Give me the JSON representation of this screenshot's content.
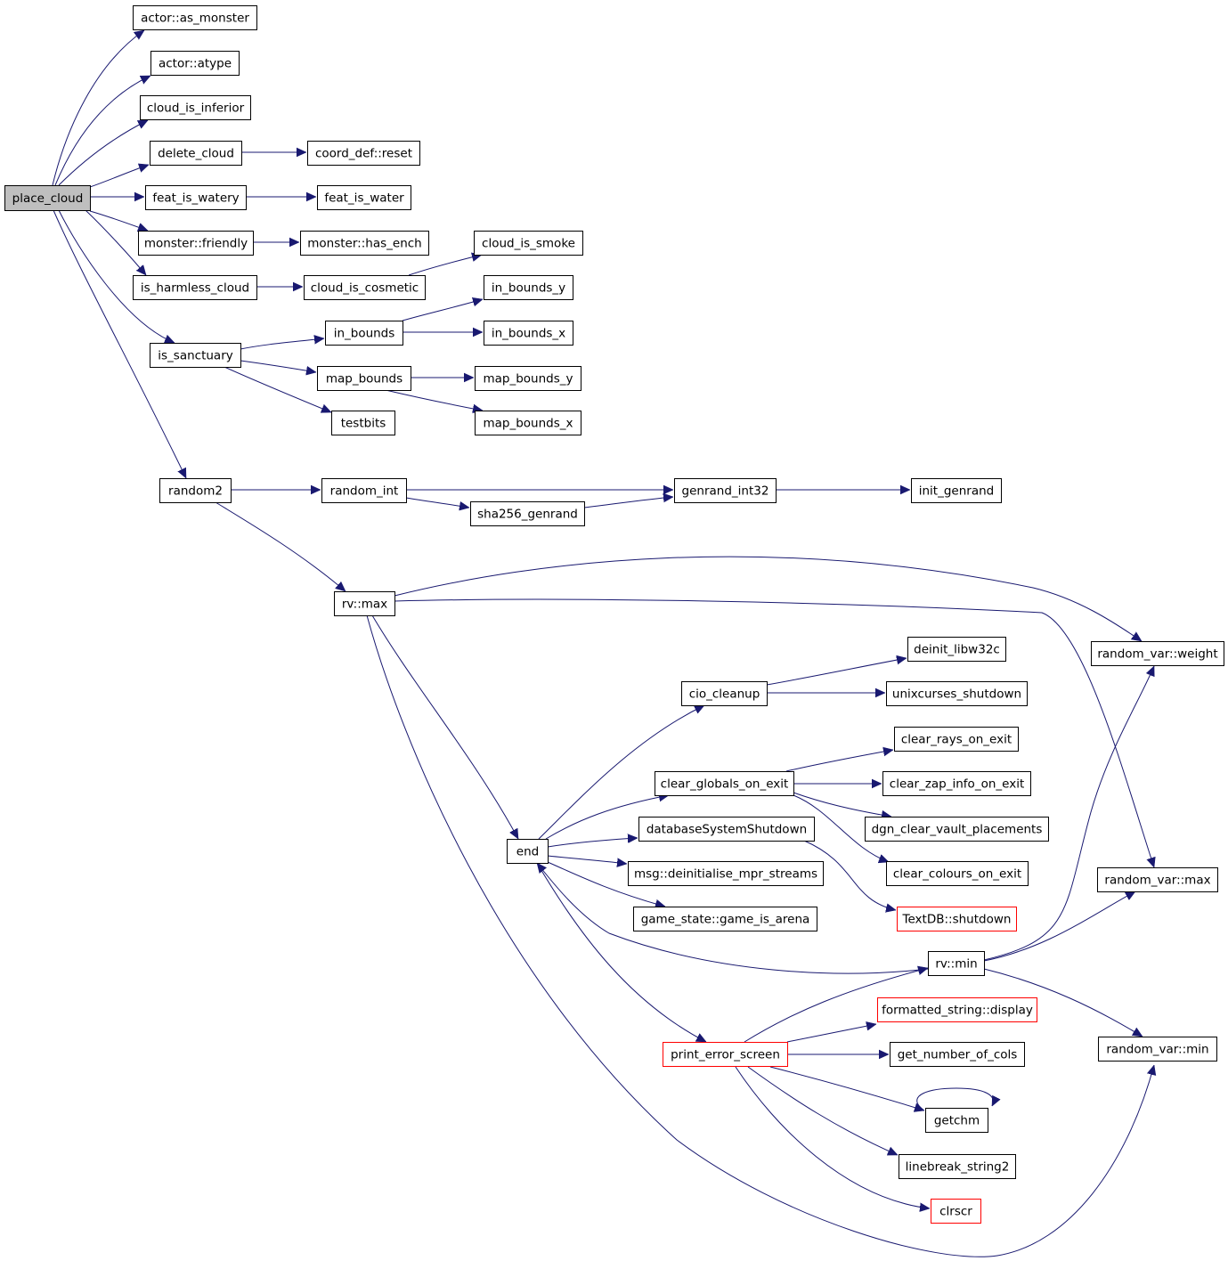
{
  "colors": {
    "edge": "#191970",
    "border_default": "#000000",
    "border_truncated": "#ff0000",
    "root_fill": "#bfbfbf",
    "node_fill": "#ffffff"
  },
  "nodes": [
    {
      "id": "place_cloud",
      "label": "place_cloud",
      "kind": "root"
    },
    {
      "id": "as_monster",
      "label": "actor::as_monster",
      "kind": "normal"
    },
    {
      "id": "atype",
      "label": "actor::atype",
      "kind": "normal"
    },
    {
      "id": "cloud_is_inferior",
      "label": "cloud_is_inferior",
      "kind": "normal"
    },
    {
      "id": "delete_cloud",
      "label": "delete_cloud",
      "kind": "normal"
    },
    {
      "id": "coord_reset",
      "label": "coord_def::reset",
      "kind": "normal"
    },
    {
      "id": "feat_is_watery",
      "label": "feat_is_watery",
      "kind": "normal"
    },
    {
      "id": "feat_is_water",
      "label": "feat_is_water",
      "kind": "normal"
    },
    {
      "id": "monster_friendly",
      "label": "monster::friendly",
      "kind": "normal"
    },
    {
      "id": "monster_has_ench",
      "label": "monster::has_ench",
      "kind": "normal"
    },
    {
      "id": "cloud_is_smoke",
      "label": "cloud_is_smoke",
      "kind": "normal"
    },
    {
      "id": "is_harmless_cloud",
      "label": "is_harmless_cloud",
      "kind": "normal"
    },
    {
      "id": "cloud_is_cosmetic",
      "label": "cloud_is_cosmetic",
      "kind": "normal"
    },
    {
      "id": "in_bounds_y",
      "label": "in_bounds_y",
      "kind": "normal"
    },
    {
      "id": "in_bounds",
      "label": "in_bounds",
      "kind": "normal"
    },
    {
      "id": "in_bounds_x",
      "label": "in_bounds_x",
      "kind": "normal"
    },
    {
      "id": "is_sanctuary",
      "label": "is_sanctuary",
      "kind": "normal"
    },
    {
      "id": "map_bounds",
      "label": "map_bounds",
      "kind": "normal"
    },
    {
      "id": "map_bounds_y",
      "label": "map_bounds_y",
      "kind": "normal"
    },
    {
      "id": "testbits",
      "label": "testbits",
      "kind": "normal"
    },
    {
      "id": "map_bounds_x",
      "label": "map_bounds_x",
      "kind": "normal"
    },
    {
      "id": "random2",
      "label": "random2",
      "kind": "normal"
    },
    {
      "id": "random_int",
      "label": "random_int",
      "kind": "normal"
    },
    {
      "id": "genrand_int32",
      "label": "genrand_int32",
      "kind": "normal"
    },
    {
      "id": "init_genrand",
      "label": "init_genrand",
      "kind": "normal"
    },
    {
      "id": "sha256_genrand",
      "label": "sha256_genrand",
      "kind": "normal"
    },
    {
      "id": "rv_max",
      "label": "rv::max",
      "kind": "normal"
    },
    {
      "id": "rv_weight",
      "label": "random_var::weight",
      "kind": "normal"
    },
    {
      "id": "deinit_libw32c",
      "label": "deinit_libw32c",
      "kind": "normal"
    },
    {
      "id": "cio_cleanup",
      "label": "cio_cleanup",
      "kind": "normal"
    },
    {
      "id": "unixcurses_shutdown",
      "label": "unixcurses_shutdown",
      "kind": "normal"
    },
    {
      "id": "clear_rays_on_exit",
      "label": "clear_rays_on_exit",
      "kind": "normal"
    },
    {
      "id": "clear_globals_on_exit",
      "label": "clear_globals_on_exit",
      "kind": "normal"
    },
    {
      "id": "clear_zap_info_on_exit",
      "label": "clear_zap_info_on_exit",
      "kind": "normal"
    },
    {
      "id": "databaseSystemShutdown",
      "label": "databaseSystemShutdown",
      "kind": "normal"
    },
    {
      "id": "dgn_clear_vault_placements",
      "label": "dgn_clear_vault_placements",
      "kind": "normal"
    },
    {
      "id": "end",
      "label": "end",
      "kind": "normal"
    },
    {
      "id": "msg_deinit",
      "label": "msg::deinitialise_mpr_streams",
      "kind": "normal"
    },
    {
      "id": "clear_colours_on_exit",
      "label": "clear_colours_on_exit",
      "kind": "normal"
    },
    {
      "id": "rv_max_target",
      "label": "random_var::max",
      "kind": "normal"
    },
    {
      "id": "game_is_arena",
      "label": "game_state::game_is_arena",
      "kind": "normal"
    },
    {
      "id": "textdb_shutdown",
      "label": "TextDB::shutdown",
      "kind": "truncated"
    },
    {
      "id": "rv_min",
      "label": "rv::min",
      "kind": "normal"
    },
    {
      "id": "formatted_display",
      "label": "formatted_string::display",
      "kind": "truncated"
    },
    {
      "id": "rv_min_target",
      "label": "random_var::min",
      "kind": "normal"
    },
    {
      "id": "print_error_screen",
      "label": "print_error_screen",
      "kind": "truncated"
    },
    {
      "id": "get_number_of_cols",
      "label": "get_number_of_cols",
      "kind": "normal"
    },
    {
      "id": "getchm",
      "label": "getchm",
      "kind": "normal"
    },
    {
      "id": "linebreak_string2",
      "label": "linebreak_string2",
      "kind": "normal"
    },
    {
      "id": "clrscr",
      "label": "clrscr",
      "kind": "truncated"
    }
  ],
  "edges": [
    {
      "from": "place_cloud",
      "to": "as_monster"
    },
    {
      "from": "place_cloud",
      "to": "atype"
    },
    {
      "from": "place_cloud",
      "to": "cloud_is_inferior"
    },
    {
      "from": "place_cloud",
      "to": "delete_cloud"
    },
    {
      "from": "place_cloud",
      "to": "feat_is_watery"
    },
    {
      "from": "place_cloud",
      "to": "monster_friendly"
    },
    {
      "from": "place_cloud",
      "to": "is_harmless_cloud"
    },
    {
      "from": "place_cloud",
      "to": "is_sanctuary"
    },
    {
      "from": "place_cloud",
      "to": "random2"
    },
    {
      "from": "delete_cloud",
      "to": "coord_reset"
    },
    {
      "from": "feat_is_watery",
      "to": "feat_is_water"
    },
    {
      "from": "monster_friendly",
      "to": "monster_has_ench"
    },
    {
      "from": "is_harmless_cloud",
      "to": "cloud_is_cosmetic"
    },
    {
      "from": "cloud_is_cosmetic",
      "to": "cloud_is_smoke"
    },
    {
      "from": "is_sanctuary",
      "to": "in_bounds"
    },
    {
      "from": "is_sanctuary",
      "to": "map_bounds"
    },
    {
      "from": "is_sanctuary",
      "to": "testbits"
    },
    {
      "from": "in_bounds",
      "to": "in_bounds_y"
    },
    {
      "from": "in_bounds",
      "to": "in_bounds_x"
    },
    {
      "from": "map_bounds",
      "to": "map_bounds_y"
    },
    {
      "from": "map_bounds",
      "to": "map_bounds_x"
    },
    {
      "from": "random2",
      "to": "random_int"
    },
    {
      "from": "random2",
      "to": "rv_max"
    },
    {
      "from": "random_int",
      "to": "genrand_int32"
    },
    {
      "from": "random_int",
      "to": "sha256_genrand"
    },
    {
      "from": "sha256_genrand",
      "to": "genrand_int32"
    },
    {
      "from": "genrand_int32",
      "to": "init_genrand"
    },
    {
      "from": "rv_max",
      "to": "rv_weight"
    },
    {
      "from": "rv_max",
      "to": "rv_max_target"
    },
    {
      "from": "rv_max",
      "to": "end"
    },
    {
      "from": "rv_max",
      "to": "rv_min_target"
    },
    {
      "from": "end",
      "to": "cio_cleanup"
    },
    {
      "from": "end",
      "to": "clear_globals_on_exit"
    },
    {
      "from": "end",
      "to": "databaseSystemShutdown"
    },
    {
      "from": "end",
      "to": "msg_deinit"
    },
    {
      "from": "end",
      "to": "game_is_arena"
    },
    {
      "from": "end",
      "to": "print_error_screen"
    },
    {
      "from": "cio_cleanup",
      "to": "deinit_libw32c"
    },
    {
      "from": "cio_cleanup",
      "to": "unixcurses_shutdown"
    },
    {
      "from": "clear_globals_on_exit",
      "to": "clear_rays_on_exit"
    },
    {
      "from": "clear_globals_on_exit",
      "to": "clear_zap_info_on_exit"
    },
    {
      "from": "clear_globals_on_exit",
      "to": "dgn_clear_vault_placements"
    },
    {
      "from": "clear_globals_on_exit",
      "to": "clear_colours_on_exit"
    },
    {
      "from": "databaseSystemShutdown",
      "to": "textdb_shutdown"
    },
    {
      "from": "rv_min",
      "to": "end"
    },
    {
      "from": "rv_min",
      "to": "rv_weight"
    },
    {
      "from": "rv_min",
      "to": "rv_max_target"
    },
    {
      "from": "rv_min",
      "to": "rv_min_target"
    },
    {
      "from": "print_error_screen",
      "to": "rv_min"
    },
    {
      "from": "print_error_screen",
      "to": "formatted_display"
    },
    {
      "from": "print_error_screen",
      "to": "get_number_of_cols"
    },
    {
      "from": "print_error_screen",
      "to": "getchm"
    },
    {
      "from": "print_error_screen",
      "to": "linebreak_string2"
    },
    {
      "from": "print_error_screen",
      "to": "clrscr"
    },
    {
      "from": "getchm",
      "to": "getchm"
    }
  ]
}
